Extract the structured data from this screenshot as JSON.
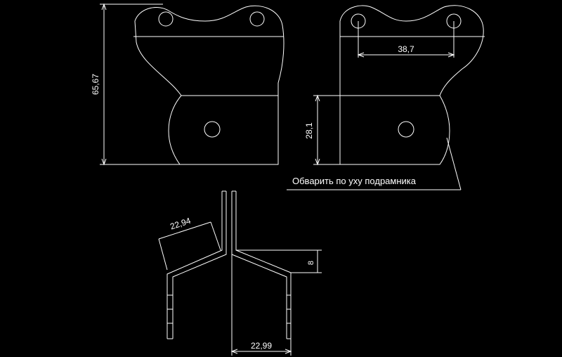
{
  "drawing": {
    "background_color": "#000000",
    "line_color": "#ffffff",
    "dimensions": {
      "overall_height": "65,67",
      "hole_spacing": "38,7",
      "lower_height": "28,1",
      "flange_length": "22,94",
      "offset": "8",
      "base_width": "22,99"
    },
    "note": "Обварить по уху подрамника"
  }
}
